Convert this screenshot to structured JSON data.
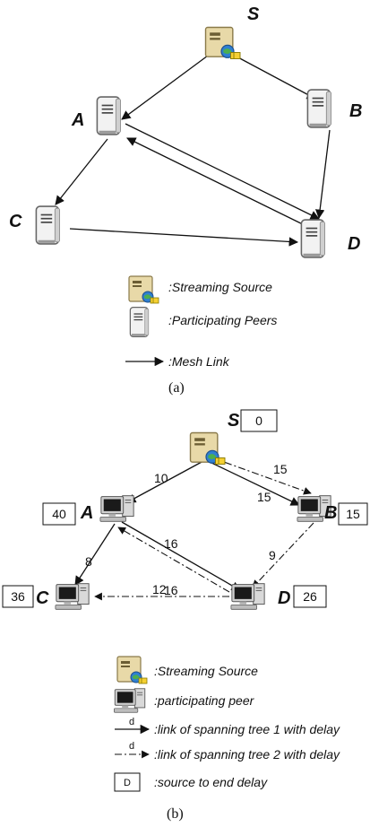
{
  "diagram_a": {
    "nodes": {
      "S": "S",
      "A": "A",
      "B": "B",
      "C": "C",
      "D": "D"
    },
    "legend": {
      "source": ":Streaming Source",
      "peers": ":Participating Peers",
      "link": ":Mesh Link"
    },
    "caption": "(a)"
  },
  "diagram_b": {
    "nodes": {
      "S": "S",
      "A": "A",
      "B": "B",
      "C": "C",
      "D": "D"
    },
    "delays": {
      "S": "0",
      "A": "40",
      "B": "15",
      "C": "36",
      "D": "26"
    },
    "edge_labels": {
      "SA": "10",
      "SB_tree2": "15",
      "SB_tree1": "15",
      "AC": "8",
      "AD_tree1": "16",
      "DA_tree2": "16",
      "BD": "9",
      "DC": "12"
    },
    "legend": {
      "source": ":Streaming Source",
      "peer": ":participating peer",
      "tree1": ":link of spanning tree 1 with delay",
      "tree2": ":link of spanning tree 2 with delay",
      "box": ":source to end delay",
      "arrow_symbol": "d",
      "box_symbol": "D"
    },
    "caption": "(b)"
  }
}
